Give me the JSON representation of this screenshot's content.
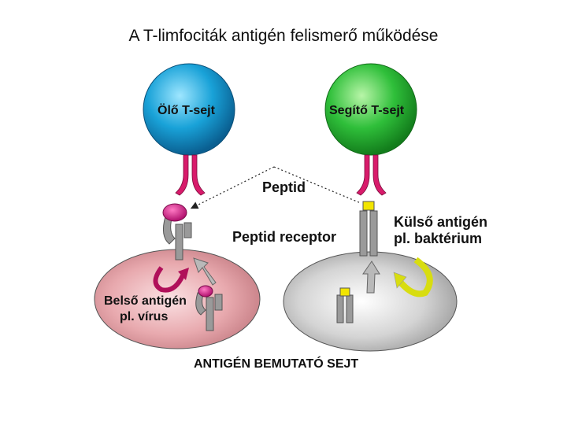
{
  "title": "A T-limfociták antigén felismerő működése",
  "labels": {
    "killer_t_cell": "Ölő T-sejt",
    "helper_t_cell": "Segítő T-sejt",
    "peptide": "Peptid",
    "peptide_receptor": "Peptid receptor",
    "external_antigen_line1": "Külső antigén",
    "external_antigen_line2": "pl. baktérium",
    "internal_antigen_line1": "Belső antigén",
    "internal_antigen_line2": "pl. vírus",
    "presenting_cell": "ANTIGÉN BEMUTATÓ SEJT"
  },
  "colors": {
    "killer_cell": "#1aa3d9",
    "helper_cell": "#2fbf3a",
    "t_receptor": "#d81b6b",
    "internal_cell": "#e8a9ae",
    "external_cell": "#c9c9c9",
    "receptor_gray": "#9a9a9a",
    "internal_peptide": "#d6168a",
    "external_peptide": "#f2e500",
    "internal_arrow": "#b0105a",
    "external_arrow": "#d8dd10"
  }
}
